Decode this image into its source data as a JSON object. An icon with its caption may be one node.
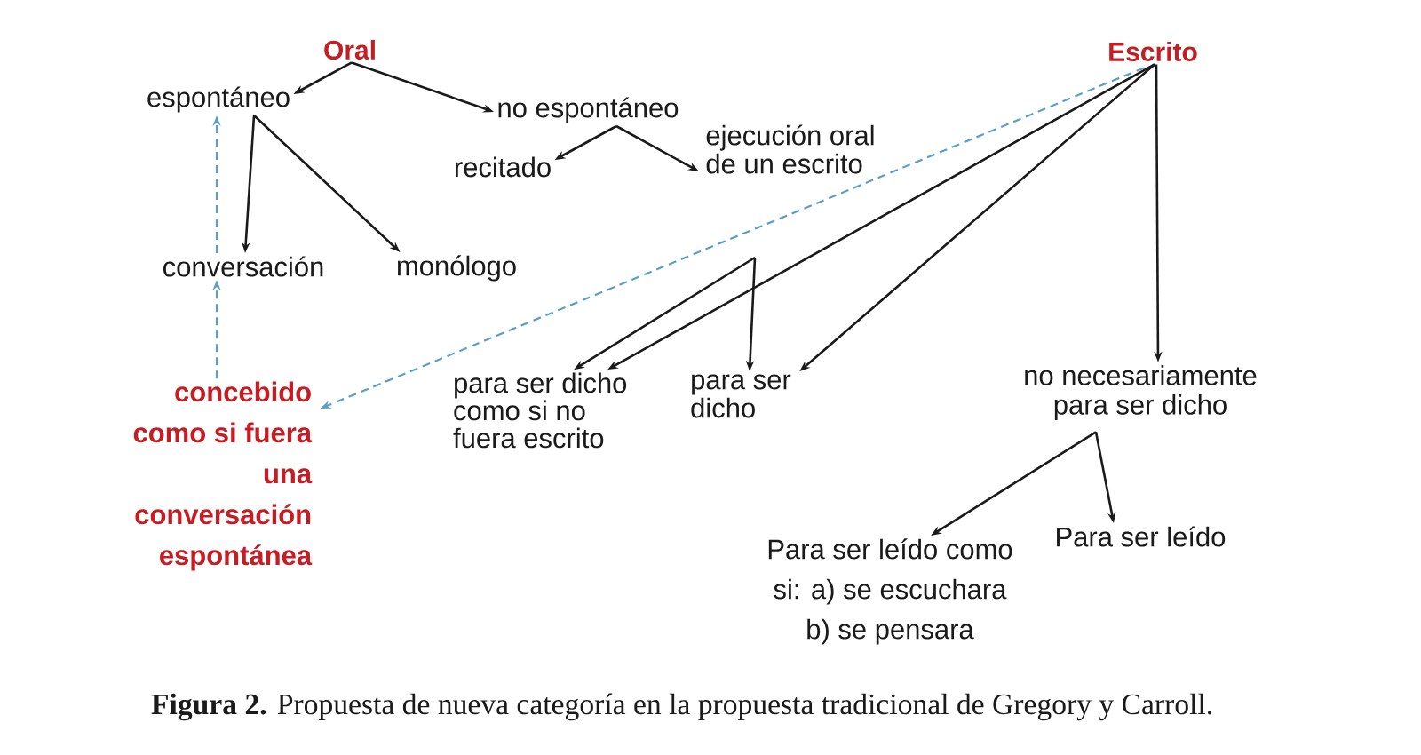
{
  "diagram": {
    "caption": "**Figura 2.** Propuesta de nueva categoría en la propuesta tradicional de Gregory y Carroll.",
    "nodes": [
      {
        "text": [
          "Oral"
        ]
      },
      {
        "text": [
          "espontáneo"
        ]
      },
      {
        "text": [
          "no espontáneo"
        ]
      },
      {
        "text": [
          "recitado"
        ]
      },
      {
        "text": [
          "ejecución oral de un escrito"
        ]
      },
      {
        "text": [
          "conversación"
        ]
      },
      {
        "text": [
          "monólogo"
        ]
      },
      {
        "text": [
          "Escrito"
        ]
      },
      {
        "text": [
          "para ser dicho como si no fuera escrito"
        ]
      },
      {
        "text": [
          "para ser dicho"
        ]
      },
      {
        "text": [
          "no necesariamente para ser dicho"
        ]
      },
      {
        "text": [
          "concebido como si fuera una conversación espontánea"
        ]
      },
      {
        "text": [
          "Para ser leído como si: a) se escuchara b) se pensara"
        ]
      },
      {
        "text": [
          "Para ser leído"
        ]
      }
    ],
    "edges": [
      {
        "from": 0,
        "to": 1,
        "arrow": "to"
      },
      {
        "from": 0,
        "to": 2,
        "arrow": "to"
      },
      {
        "from": 1,
        "to": 5,
        "arrow": "to"
      },
      {
        "from": 1,
        "to": 6,
        "arrow": "to"
      },
      {
        "from": 2,
        "to": 3,
        "arrow": "to"
      },
      {
        "from": 2,
        "to": 4,
        "arrow": "to"
      },
      {
        "from": 7,
        "to": 8,
        "arrow": "to"
      },
      {
        "from": 7,
        "to": 9,
        "arrow": "to"
      },
      {
        "from": 7,
        "to": 10,
        "arrow": "to"
      },
      {
        "from": 7,
        "to": 11,
        "arrow": "to",
        "style": "dashed",
        "color": "#5b9fc9"
      },
      {
        "from": null,
        "to": 8,
        "arrow": "to"
      },
      {
        "from": null,
        "to": 9,
        "arrow": "to"
      },
      {
        "from": 10,
        "to": 12,
        "arrow": "to"
      },
      {
        "from": 10,
        "to": 13,
        "arrow": "to"
      },
      {
        "from": 11,
        "to": 5,
        "arrow": "to",
        "style": "dashed",
        "color": "#5b9fc9"
      },
      {
        "from": 5,
        "to": 1,
        "arrow": "to",
        "style": "dashed",
        "color": "#5b9fc9"
      }
    ]
  }
}
